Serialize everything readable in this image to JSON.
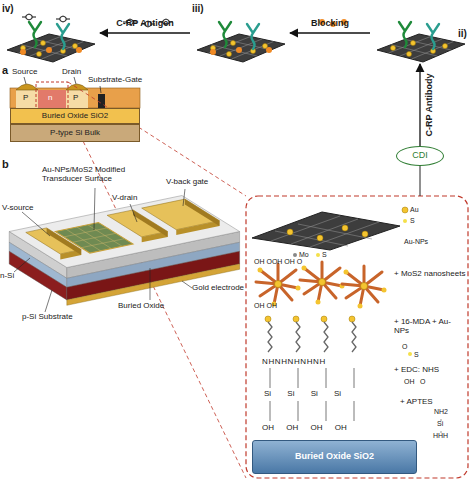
{
  "diagram": {
    "nodes": [
      {
        "text": [
          "iv)"
        ]
      },
      {
        "text": [
          "iii)"
        ]
      },
      {
        "text": [
          "ii)"
        ]
      },
      {
        "text": [
          "CDI"
        ]
      },
      {
        "text": [
          "P-type Si Bulk"
        ]
      },
      {
        "text": [
          "Buried Oxide SiO2"
        ]
      },
      {
        "text": [
          "Buried Oxide SiO2"
        ]
      }
    ],
    "edges": [
      {
        "from": 2,
        "to": 1,
        "label": "Blocking",
        "arrow": "to"
      },
      {
        "from": 1,
        "to": 0,
        "label": "C-RP Antigen",
        "arrow": "to"
      },
      {
        "from": 3,
        "to": 2,
        "label": "C-RP Antibody",
        "arrow": "to"
      }
    ],
    "labels": [
      "a",
      "Source",
      "Drain",
      "Substrate-Gate",
      "P",
      "n",
      "P",
      "b",
      "V-source",
      "Au-NPs/MoS2 Modified Transducer Surface",
      "V-drain",
      "V-back gate",
      "Gold electrode",
      "Buried Oxide",
      "n-Si",
      "p-Si Substrate",
      "Au",
      "S",
      "Au-NPs",
      "Mo",
      "S",
      "+ MoS2 nanosheets",
      "+ 16-MDA + Au-NPs",
      "+ EDC: NHS",
      "+ APTES",
      "OH OOH OH O",
      "OH OH",
      "O",
      "S",
      "NHNHNHNHNH",
      "OH",
      "O",
      "Si Si Si Si",
      "NH2",
      "Si",
      "HHH",
      "OH OH OH OH"
    ]
  }
}
